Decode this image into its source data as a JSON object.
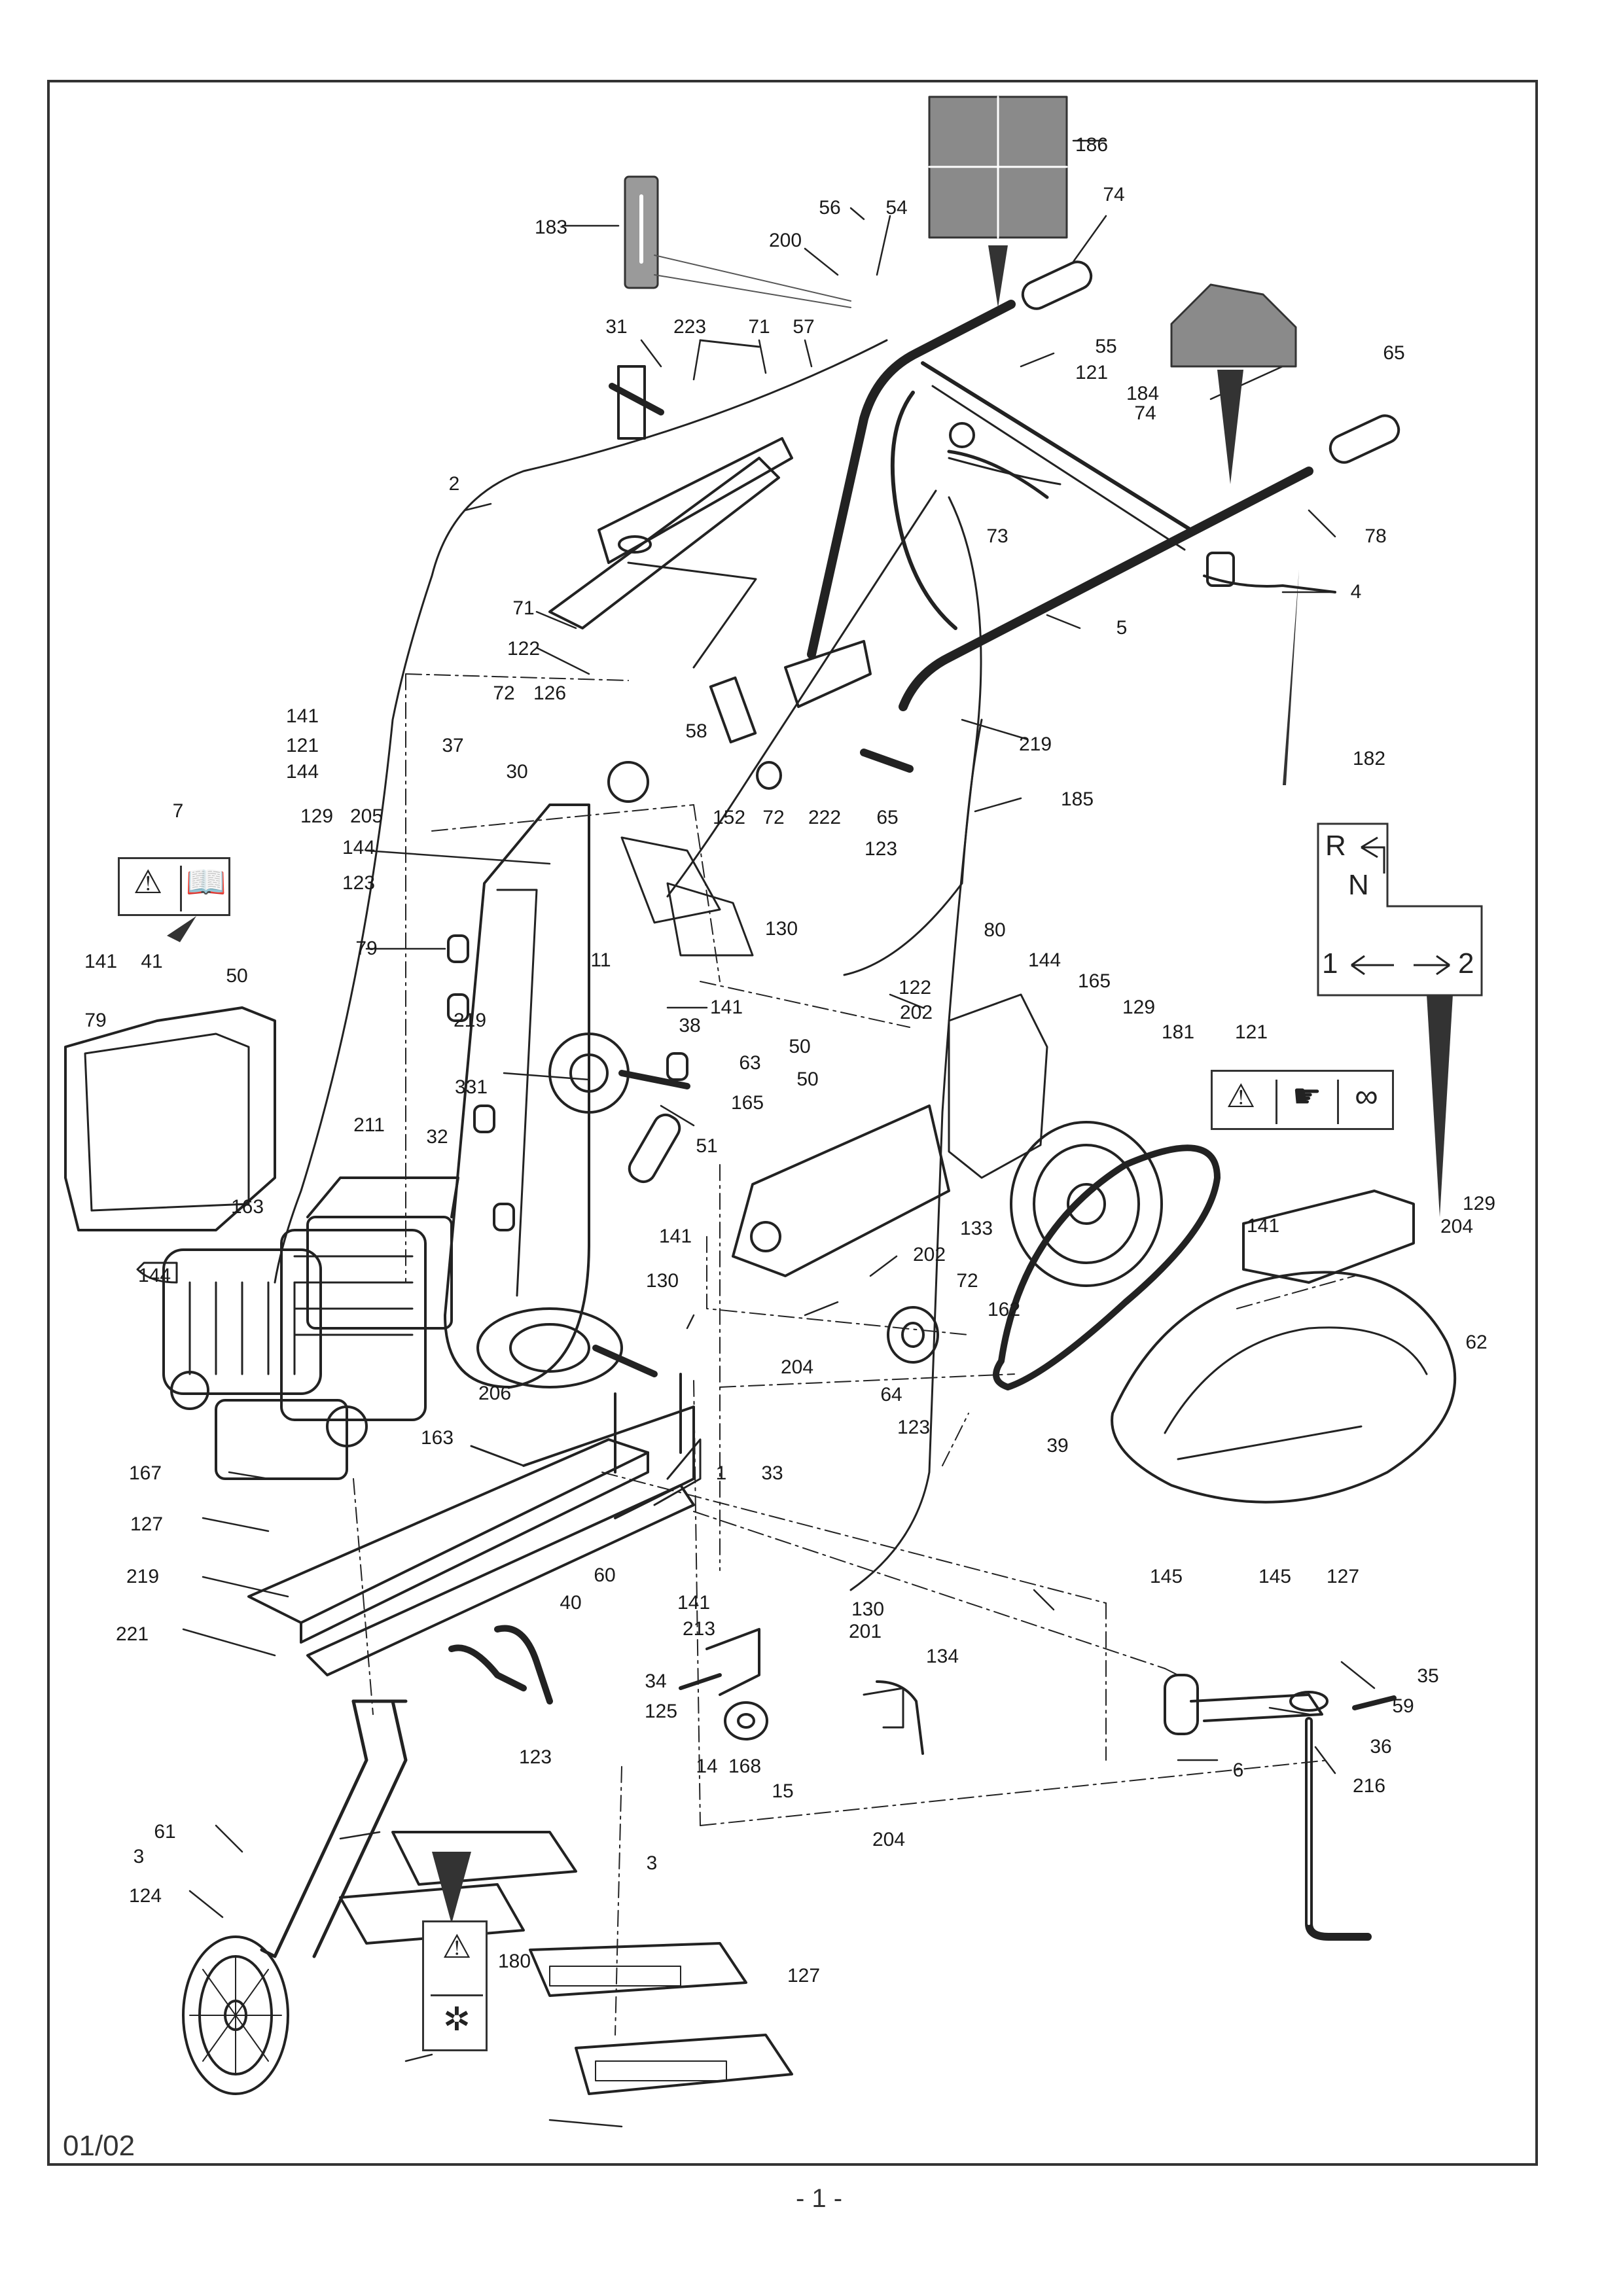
{
  "footer": {
    "code": "01/02",
    "page": "- 1 -"
  },
  "shift_decal": {
    "r": "R",
    "n": "N",
    "g1": "1",
    "g2": "2"
  },
  "icons": {
    "warning": "warning-triangle-icon",
    "manual": "open-book-icon",
    "gauge": "speed-gauge-icon",
    "hand": "hand-caution-icon",
    "tine": "rotating-tine-icon"
  },
  "labels": [
    {
      "id": "l186",
      "text": "186"
    },
    {
      "id": "l183",
      "text": "183"
    },
    {
      "id": "l56",
      "text": "56"
    },
    {
      "id": "l54",
      "text": "54"
    },
    {
      "id": "l74a",
      "text": "74"
    },
    {
      "id": "l200",
      "text": "200"
    },
    {
      "id": "l31",
      "text": "31"
    },
    {
      "id": "l223",
      "text": "223"
    },
    {
      "id": "l71a",
      "text": "71"
    },
    {
      "id": "l57",
      "text": "57"
    },
    {
      "id": "l55",
      "text": "55"
    },
    {
      "id": "l121a",
      "text": "121"
    },
    {
      "id": "l184",
      "text": "184"
    },
    {
      "id": "l74b",
      "text": "74"
    },
    {
      "id": "l65a",
      "text": "65"
    },
    {
      "id": "l2",
      "text": "2"
    },
    {
      "id": "l78",
      "text": "78"
    },
    {
      "id": "l73",
      "text": "73"
    },
    {
      "id": "l4",
      "text": "4"
    },
    {
      "id": "l71b",
      "text": "71"
    },
    {
      "id": "l5",
      "text": "5"
    },
    {
      "id": "l122a",
      "text": "122"
    },
    {
      "id": "l141a",
      "text": "141"
    },
    {
      "id": "l121b",
      "text": "121"
    },
    {
      "id": "l144a",
      "text": "144"
    },
    {
      "id": "l72a",
      "text": "72"
    },
    {
      "id": "l126",
      "text": "126"
    },
    {
      "id": "l58",
      "text": "58"
    },
    {
      "id": "l219a",
      "text": "219"
    },
    {
      "id": "l37",
      "text": "37"
    },
    {
      "id": "l129a",
      "text": "129"
    },
    {
      "id": "l205",
      "text": "205"
    },
    {
      "id": "l30",
      "text": "30"
    },
    {
      "id": "l152",
      "text": "152"
    },
    {
      "id": "l72b",
      "text": "72"
    },
    {
      "id": "l222",
      "text": "222"
    },
    {
      "id": "l65b",
      "text": "65"
    },
    {
      "id": "l185",
      "text": "185"
    },
    {
      "id": "l182",
      "text": "182"
    },
    {
      "id": "l7",
      "text": "7"
    },
    {
      "id": "l144b",
      "text": "144"
    },
    {
      "id": "l123a",
      "text": "123"
    },
    {
      "id": "l123b",
      "text": "123"
    },
    {
      "id": "l130a",
      "text": "130"
    },
    {
      "id": "l141b",
      "text": "141"
    },
    {
      "id": "l41",
      "text": "41"
    },
    {
      "id": "l50a",
      "text": "50"
    },
    {
      "id": "l79a",
      "text": "79"
    },
    {
      "id": "l11",
      "text": "11"
    },
    {
      "id": "l80",
      "text": "80"
    },
    {
      "id": "l144c",
      "text": "144"
    },
    {
      "id": "l165a",
      "text": "165"
    },
    {
      "id": "l79b",
      "text": "79"
    },
    {
      "id": "l219b",
      "text": "219"
    },
    {
      "id": "l141c",
      "text": "141"
    },
    {
      "id": "l122b",
      "text": "122"
    },
    {
      "id": "l202a",
      "text": "202"
    },
    {
      "id": "l129b",
      "text": "129"
    },
    {
      "id": "l38",
      "text": "38"
    },
    {
      "id": "l50b",
      "text": "50"
    },
    {
      "id": "l63",
      "text": "63"
    },
    {
      "id": "l181",
      "text": "181"
    },
    {
      "id": "l121c",
      "text": "121"
    },
    {
      "id": "l50c",
      "text": "50"
    },
    {
      "id": "l331",
      "text": "331"
    },
    {
      "id": "l165b",
      "text": "165"
    },
    {
      "id": "l51",
      "text": "51"
    },
    {
      "id": "l211",
      "text": "211"
    },
    {
      "id": "l32",
      "text": "32"
    },
    {
      "id": "l163a",
      "text": "163"
    },
    {
      "id": "l141d",
      "text": "141"
    },
    {
      "id": "l141e",
      "text": "141"
    },
    {
      "id": "l133",
      "text": "133"
    },
    {
      "id": "l129c",
      "text": "129"
    },
    {
      "id": "l204a",
      "text": "204"
    },
    {
      "id": "l202b",
      "text": "202"
    },
    {
      "id": "l144d",
      "text": "144"
    },
    {
      "id": "l130b",
      "text": "130"
    },
    {
      "id": "l72c",
      "text": "72"
    },
    {
      "id": "l162",
      "text": "162"
    },
    {
      "id": "l62",
      "text": "62"
    },
    {
      "id": "l204b",
      "text": "204"
    },
    {
      "id": "l64",
      "text": "64"
    },
    {
      "id": "l123c",
      "text": "123"
    },
    {
      "id": "l206",
      "text": "206"
    },
    {
      "id": "l39",
      "text": "39"
    },
    {
      "id": "l163b",
      "text": "163"
    },
    {
      "id": "l167",
      "text": "167"
    },
    {
      "id": "l1",
      "text": "1"
    },
    {
      "id": "l33",
      "text": "33"
    },
    {
      "id": "l127a",
      "text": "127"
    },
    {
      "id": "l219c",
      "text": "219"
    },
    {
      "id": "l60",
      "text": "60"
    },
    {
      "id": "l40",
      "text": "40"
    },
    {
      "id": "l141f",
      "text": "141"
    },
    {
      "id": "l130c",
      "text": "130"
    },
    {
      "id": "l145a",
      "text": "145"
    },
    {
      "id": "l145b",
      "text": "145"
    },
    {
      "id": "l127b",
      "text": "127"
    },
    {
      "id": "l213",
      "text": "213"
    },
    {
      "id": "l201",
      "text": "201"
    },
    {
      "id": "l221",
      "text": "221"
    },
    {
      "id": "l34",
      "text": "34"
    },
    {
      "id": "l134",
      "text": "134"
    },
    {
      "id": "l35",
      "text": "35"
    },
    {
      "id": "l125",
      "text": "125"
    },
    {
      "id": "l59",
      "text": "59"
    },
    {
      "id": "l123d",
      "text": "123"
    },
    {
      "id": "l14",
      "text": "14"
    },
    {
      "id": "l168",
      "text": "168"
    },
    {
      "id": "l15",
      "text": "15"
    },
    {
      "id": "l36",
      "text": "36"
    },
    {
      "id": "l6",
      "text": "6"
    },
    {
      "id": "l216",
      "text": "216"
    },
    {
      "id": "l204c",
      "text": "204"
    },
    {
      "id": "l61",
      "text": "61"
    },
    {
      "id": "l3a",
      "text": "3"
    },
    {
      "id": "l3b",
      "text": "3"
    },
    {
      "id": "l124",
      "text": "124"
    },
    {
      "id": "l180",
      "text": "180"
    },
    {
      "id": "l127c",
      "text": "127"
    }
  ]
}
